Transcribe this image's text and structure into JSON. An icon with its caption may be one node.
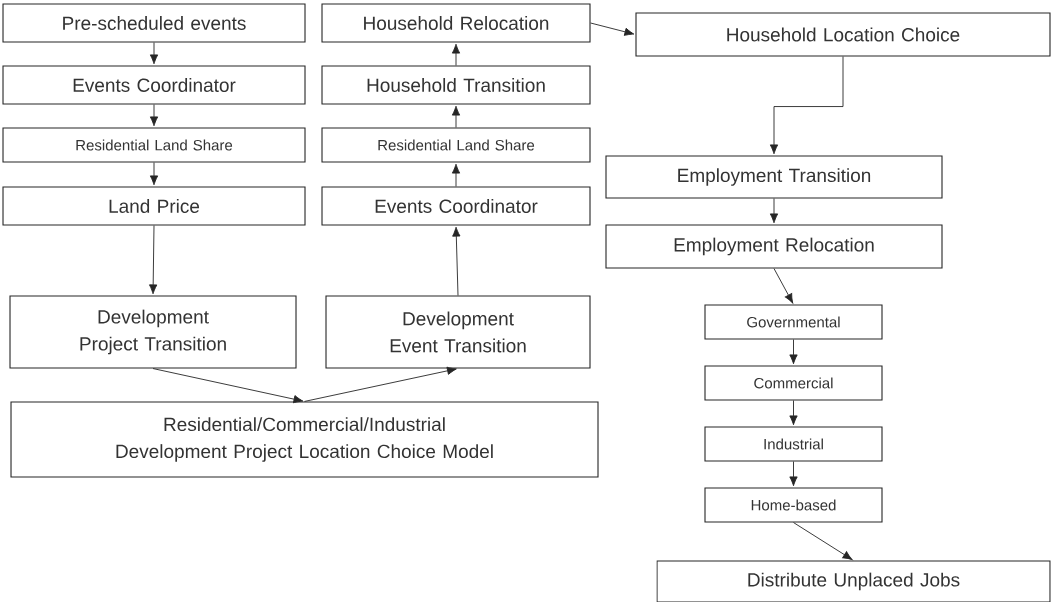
{
  "diagram": {
    "nodes": [
      {
        "text": [
          "Pre-scheduled events"
        ]
      },
      {
        "text": [
          "Events Coordinator"
        ]
      },
      {
        "text": [
          "Residential Land Share"
        ]
      },
      {
        "text": [
          "Land Price"
        ]
      },
      {
        "text": [
          "Development Project Transition"
        ]
      },
      {
        "text": [
          "Household Relocation"
        ]
      },
      {
        "text": [
          "Household Transition"
        ]
      },
      {
        "text": [
          "Residential Land Share"
        ]
      },
      {
        "text": [
          "Events Coordinator"
        ]
      },
      {
        "text": [
          "Development Event Transition"
        ]
      },
      {
        "text": [
          "Residential/Commercial/Industrial Development Project Location Choice Model"
        ]
      },
      {
        "text": [
          "Household Location Choice"
        ]
      },
      {
        "text": [
          "Employment Transition"
        ]
      },
      {
        "text": [
          "Employment Relocation"
        ]
      },
      {
        "text": [
          "Governmental"
        ]
      },
      {
        "text": [
          "Commercial"
        ]
      },
      {
        "text": [
          "Industrial"
        ]
      },
      {
        "text": [
          "Home-based"
        ]
      },
      {
        "text": [
          "Distribute Unplaced Jobs"
        ]
      }
    ],
    "edges": [
      {
        "from": 0,
        "to": 1,
        "arrow": "to"
      },
      {
        "from": 1,
        "to": 2,
        "arrow": "to"
      },
      {
        "from": 2,
        "to": 3,
        "arrow": "to"
      },
      {
        "from": 3,
        "to": 4,
        "arrow": "to"
      },
      {
        "from": 4,
        "to": 10,
        "arrow": "to"
      },
      {
        "from": 10,
        "to": 9,
        "arrow": "to"
      },
      {
        "from": 9,
        "to": 8,
        "arrow": "to"
      },
      {
        "from": 8,
        "to": 7,
        "arrow": "to"
      },
      {
        "from": 7,
        "to": 6,
        "arrow": "to"
      },
      {
        "from": 6,
        "to": 5,
        "arrow": "to"
      },
      {
        "from": 5,
        "to": 11,
        "arrow": "to"
      },
      {
        "from": 11,
        "to": 12,
        "arrow": "to"
      },
      {
        "from": 12,
        "to": 13,
        "arrow": "to"
      },
      {
        "from": 13,
        "to": 14,
        "arrow": "to"
      },
      {
        "from": 14,
        "to": 15,
        "arrow": "to"
      },
      {
        "from": 15,
        "to": 16,
        "arrow": "to"
      },
      {
        "from": 16,
        "to": 17,
        "arrow": "to"
      },
      {
        "from": 17,
        "to": 18,
        "arrow": "to"
      }
    ]
  }
}
